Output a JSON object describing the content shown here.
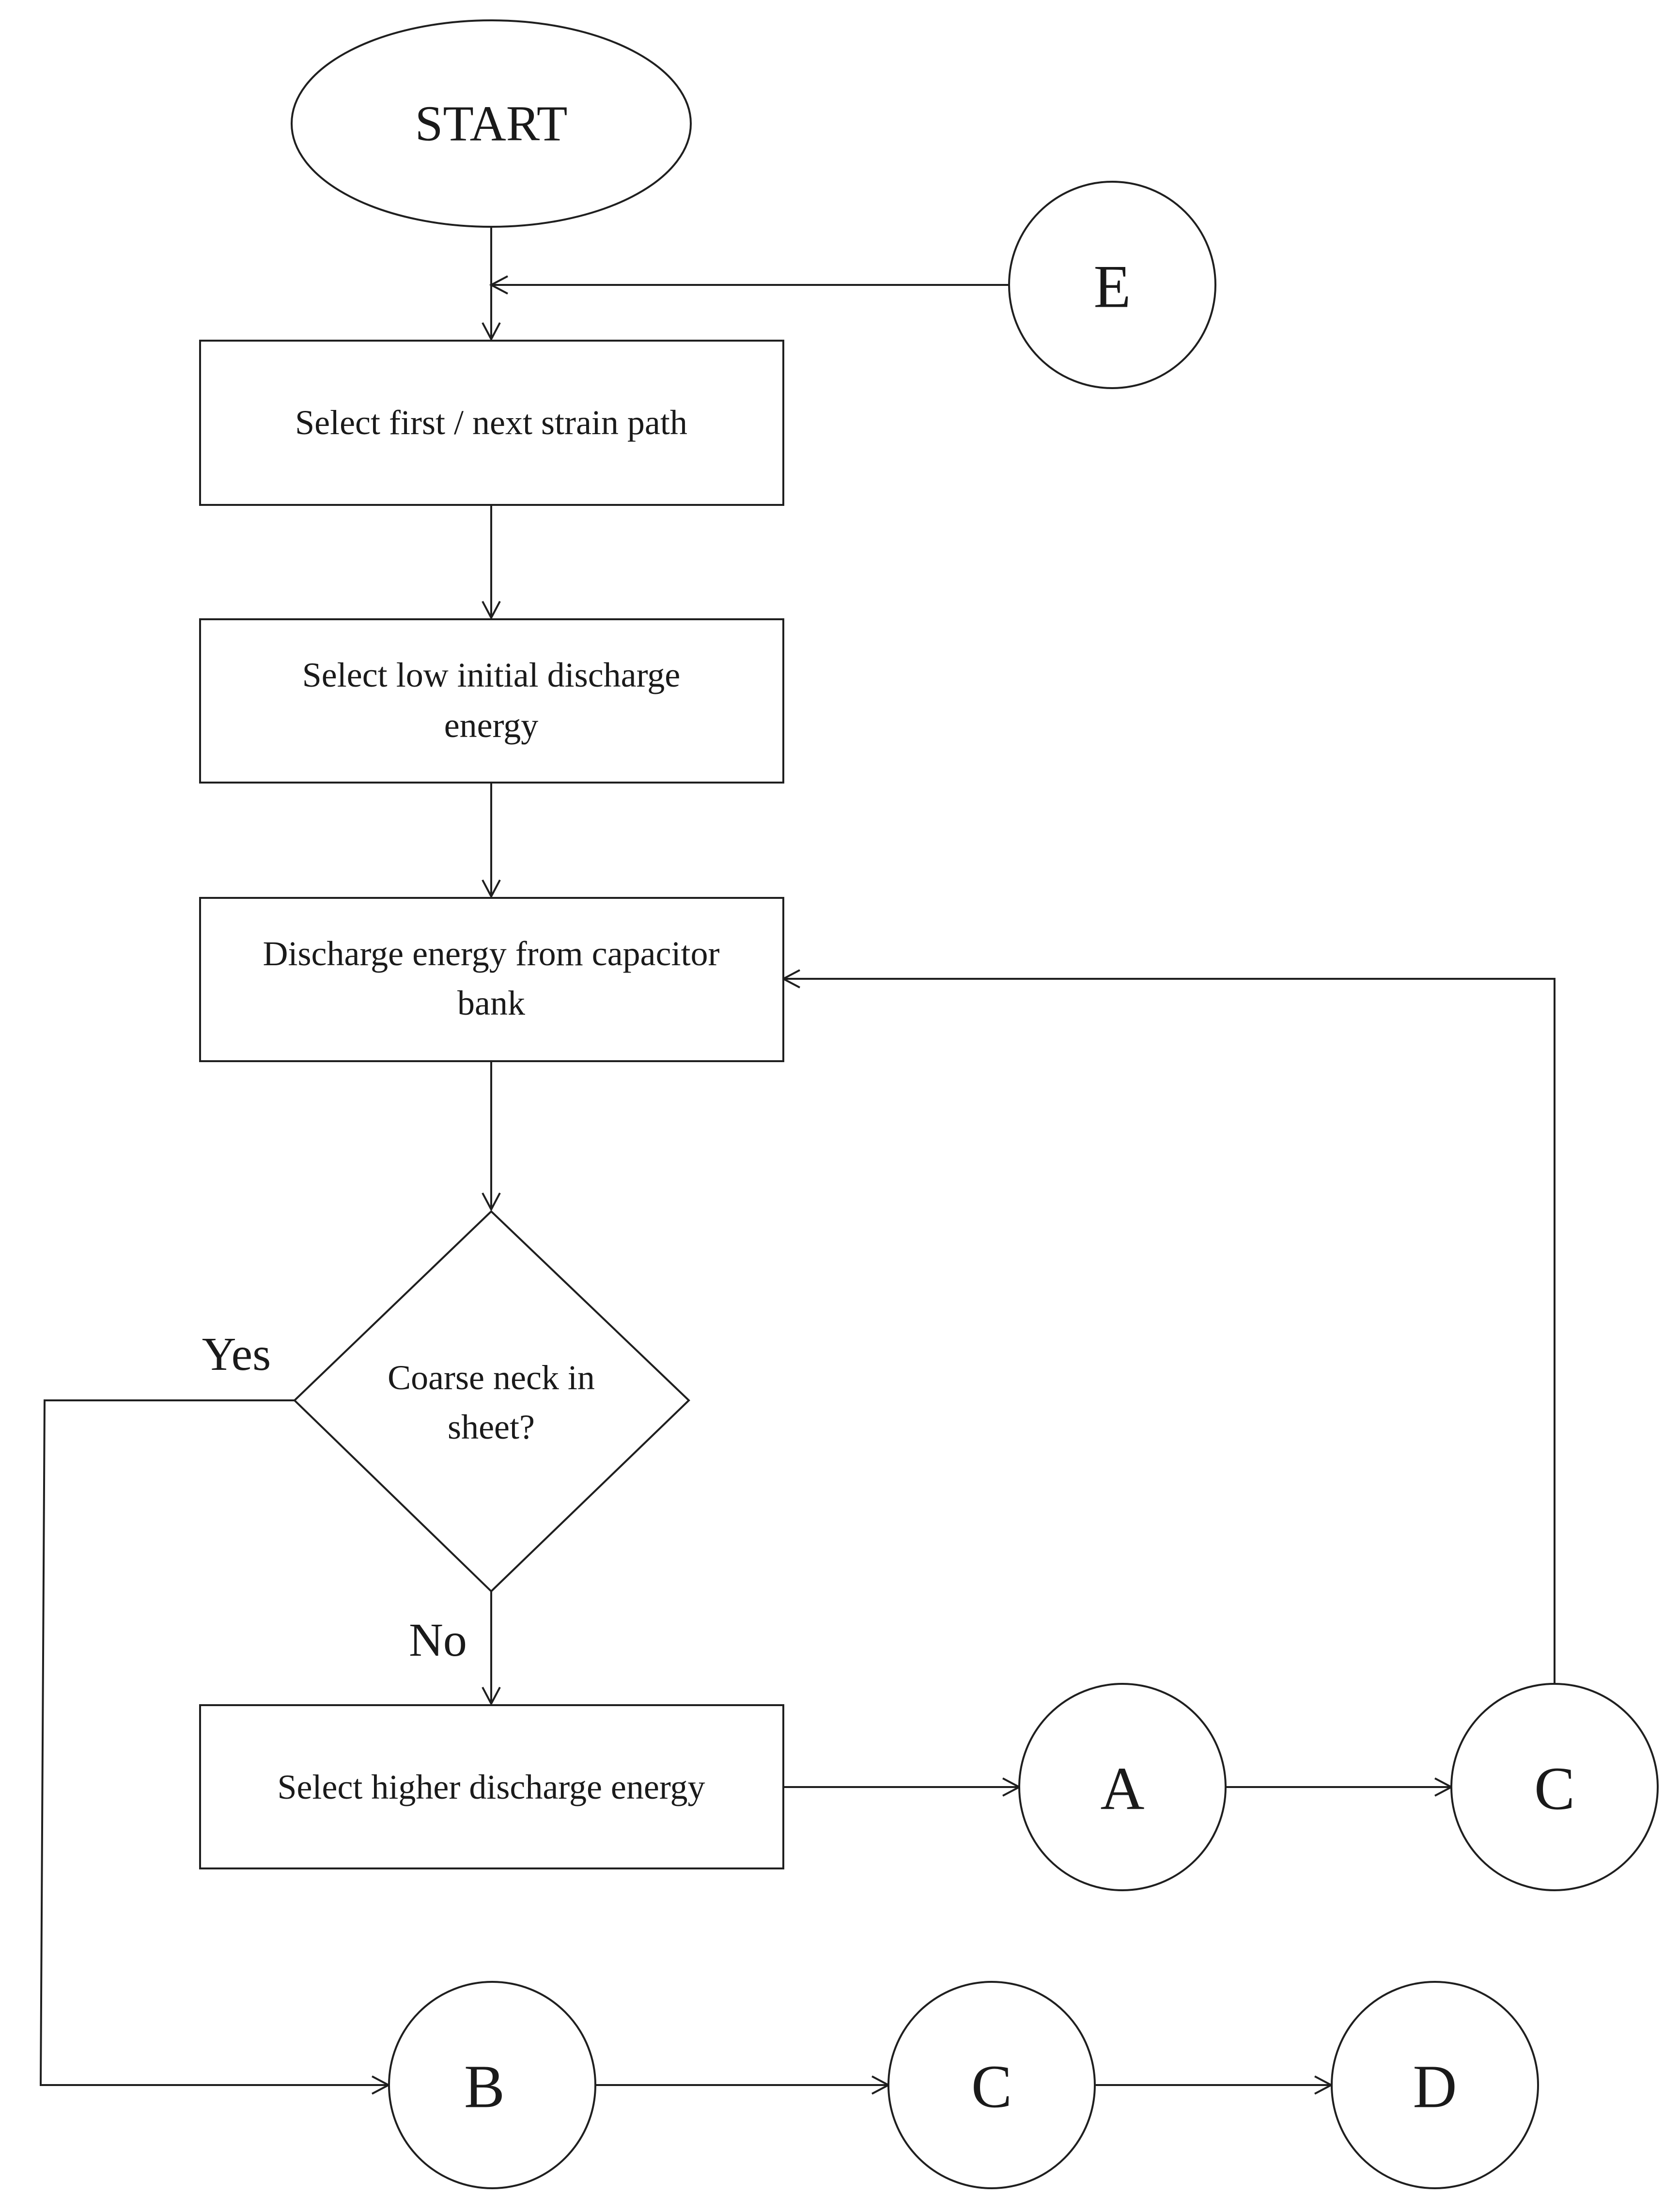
{
  "flowchart": {
    "start": "START",
    "steps": {
      "select_strain_path": "Select first / next strain path",
      "low_energy_line1": "Select low initial discharge",
      "low_energy_line2": "energy",
      "discharge_line1": "Discharge energy from capacitor",
      "discharge_line2": "bank",
      "higher_energy": "Select higher discharge energy"
    },
    "decision": {
      "line1": "Coarse neck in",
      "line2": "sheet?",
      "yes_label": "Yes",
      "no_label": "No"
    },
    "connectors": {
      "e": "E",
      "a": "A",
      "c_right": "C",
      "b": "B",
      "c_bottom": "C",
      "d": "D"
    }
  }
}
